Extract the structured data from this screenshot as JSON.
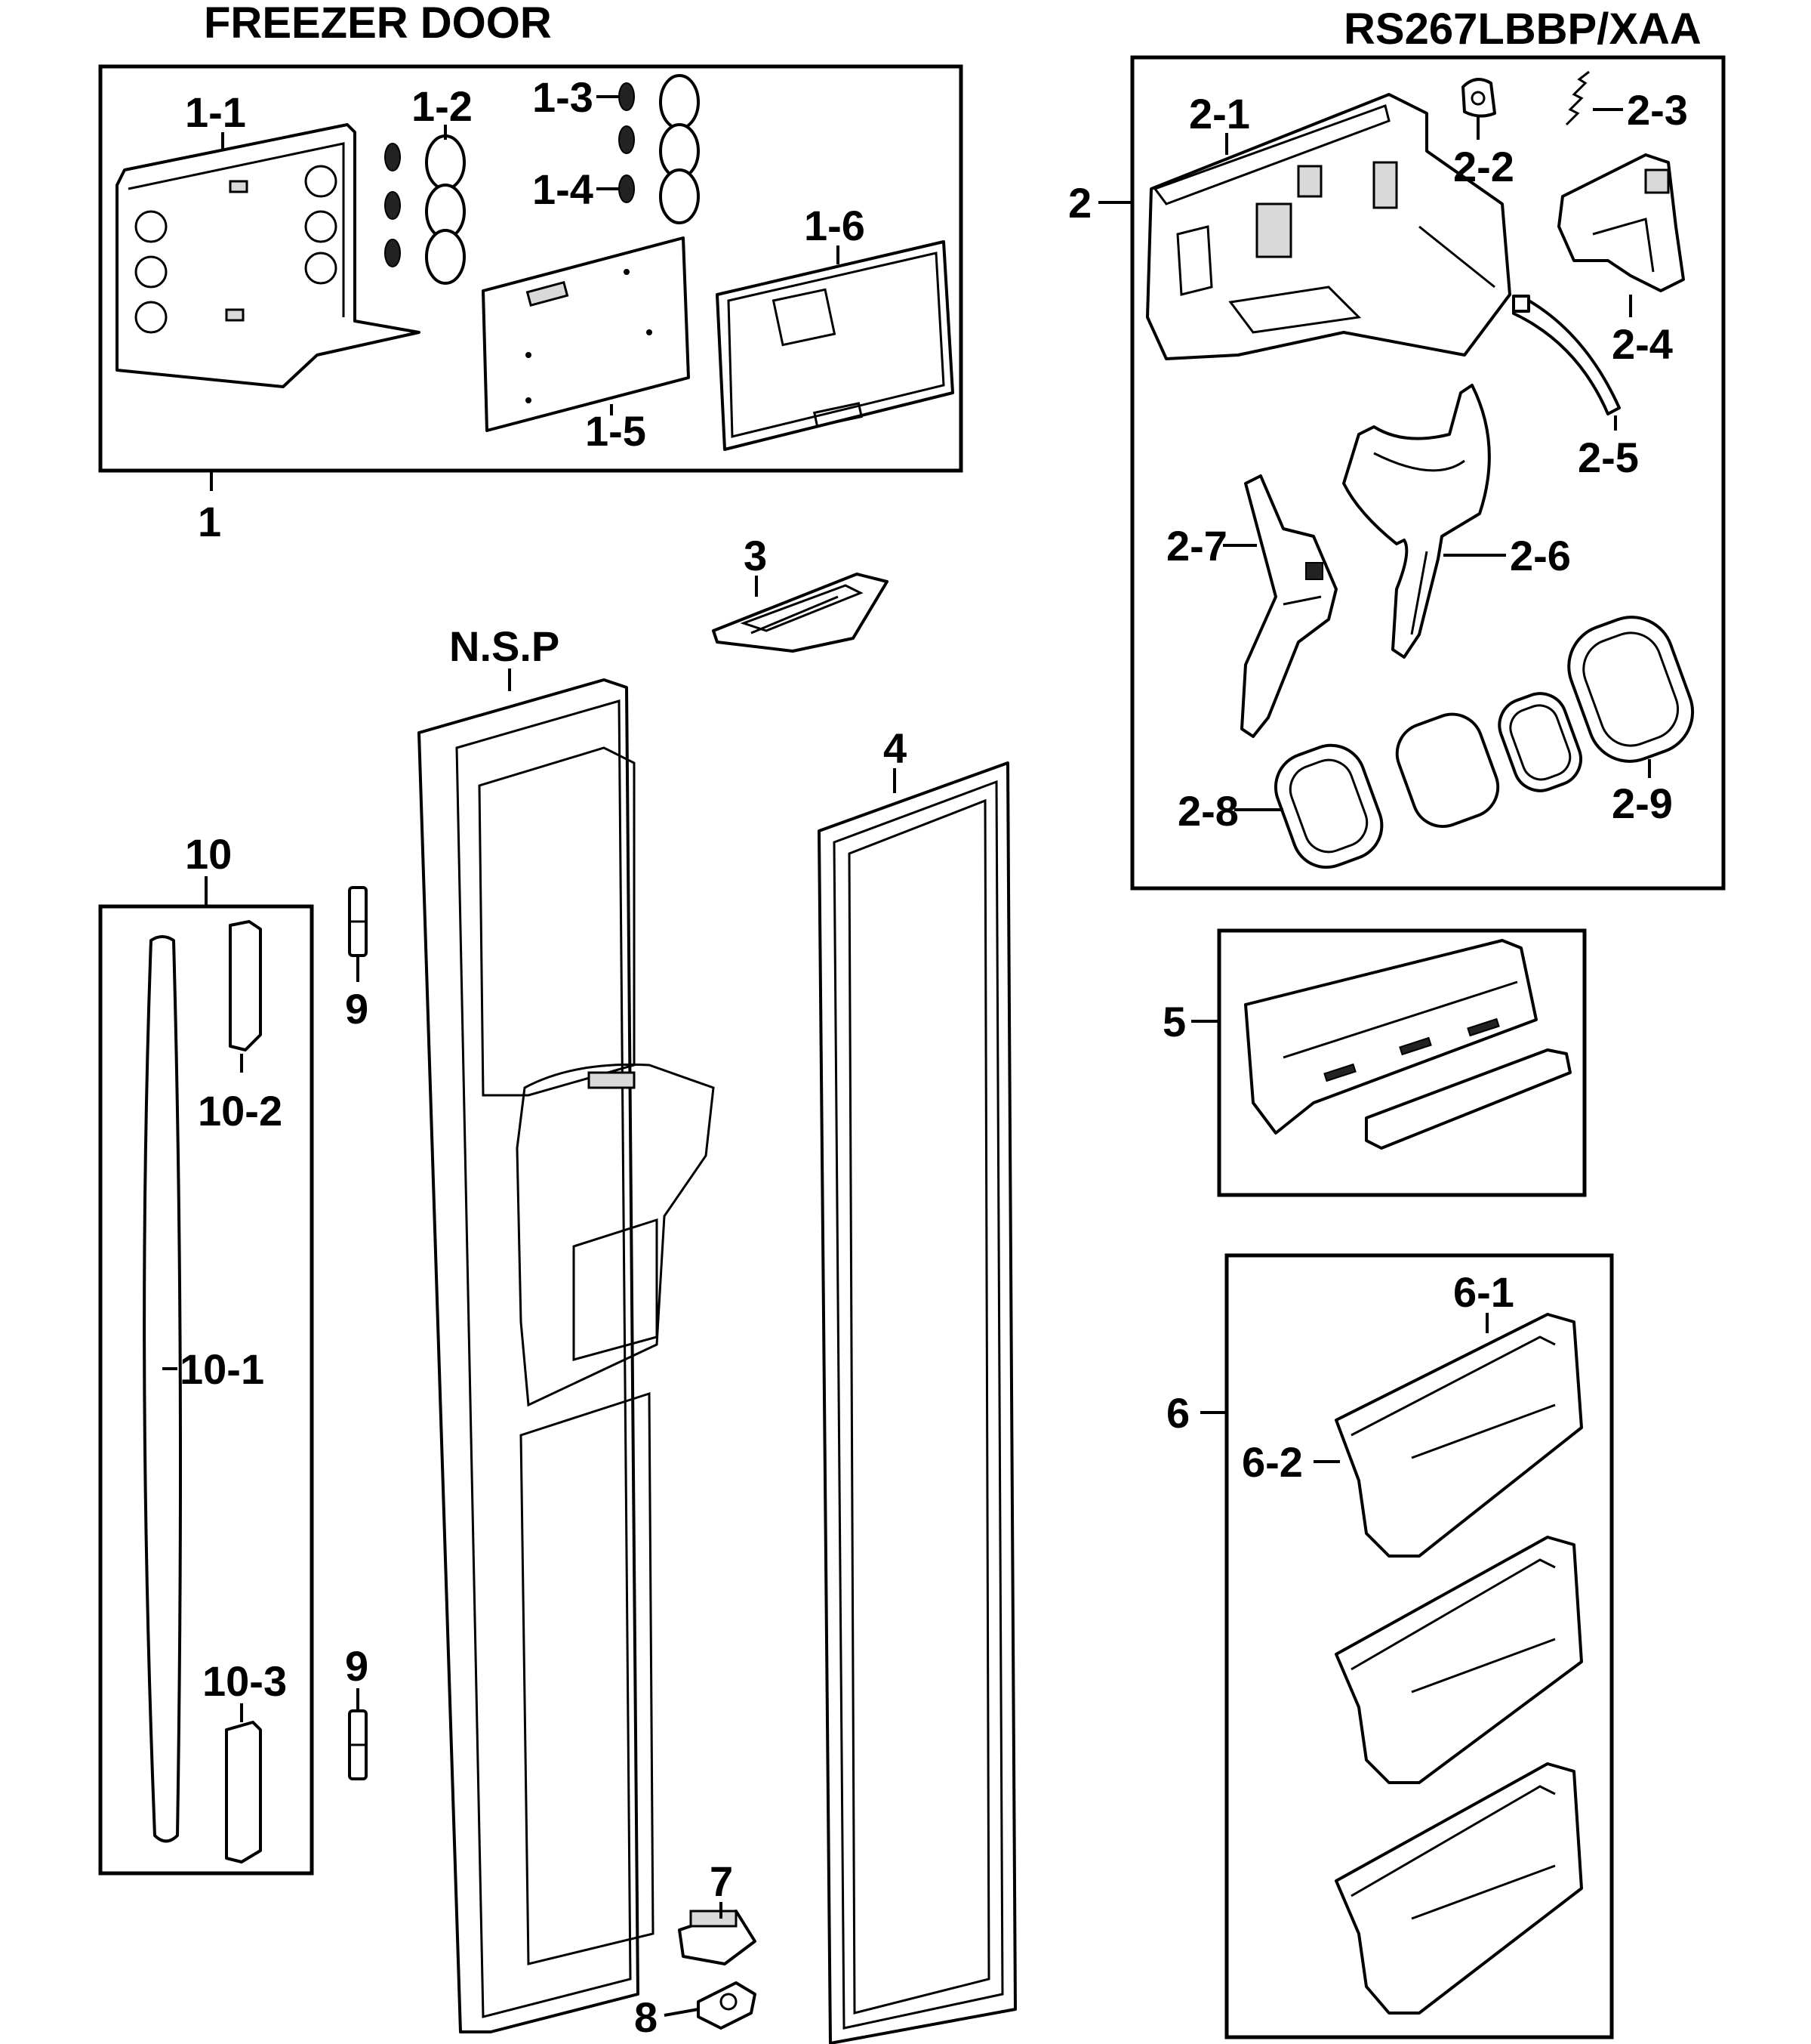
{
  "header": {
    "title": "FREEZER DOOR",
    "model": "RS267LBBP/XAA"
  },
  "labels": {
    "l1": "1",
    "l1_1": "1-1",
    "l1_2": "1-2",
    "l1_3": "1-3",
    "l1_4": "1-4",
    "l1_5": "1-5",
    "l1_6": "1-6",
    "l2": "2",
    "l2_1": "2-1",
    "l2_2": "2-2",
    "l2_3": "2-3",
    "l2_4": "2-4",
    "l2_5": "2-5",
    "l2_6": "2-6",
    "l2_7": "2-7",
    "l2_8": "2-8",
    "l2_9": "2-9",
    "l3": "3",
    "l4": "4",
    "l5": "5",
    "l6": "6",
    "l6_1": "6-1",
    "l6_2": "6-2",
    "l7": "7",
    "l8": "8",
    "l9a": "9",
    "l9b": "9",
    "l10": "10",
    "l10_1": "10-1",
    "l10_2": "10-2",
    "l10_3": "10-3",
    "nsp": "N.S.P"
  }
}
